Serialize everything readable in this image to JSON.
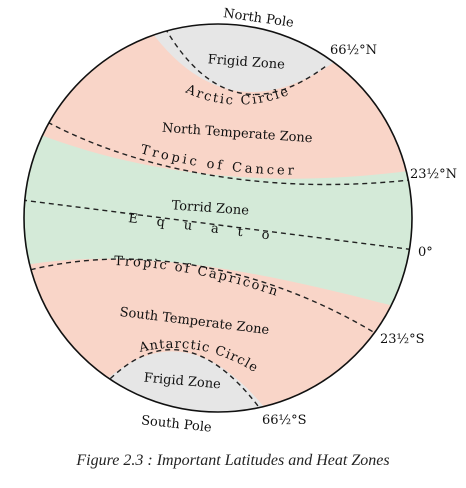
{
  "zones": {
    "frigid_north": "Frigid Zone",
    "north_temperate": "North Temperate Zone",
    "torrid": "Torrid Zone",
    "south_temperate": "South Temperate Zone",
    "frigid_south": "Frigid Zone"
  },
  "lines": {
    "arctic": "Arctic Circle",
    "cancer": "Tropic of Cancer",
    "equator": "Equator",
    "capricorn": "Tropic of Capricorn",
    "antarctic": "Antarctic Circle"
  },
  "latitudes": {
    "north_66": "66½°N",
    "north_23": "23½°N",
    "zero": "0°",
    "south_23": "23½°S",
    "south_66": "66½°S"
  },
  "poles": {
    "north": "North Pole",
    "south": "South Pole"
  },
  "caption": "Figure 2.3 : Important Latitudes and Heat Zones",
  "colors": {
    "frigid": "#e6e6e6",
    "temperate": "#f9d5c8",
    "torrid": "#d4ead8"
  }
}
